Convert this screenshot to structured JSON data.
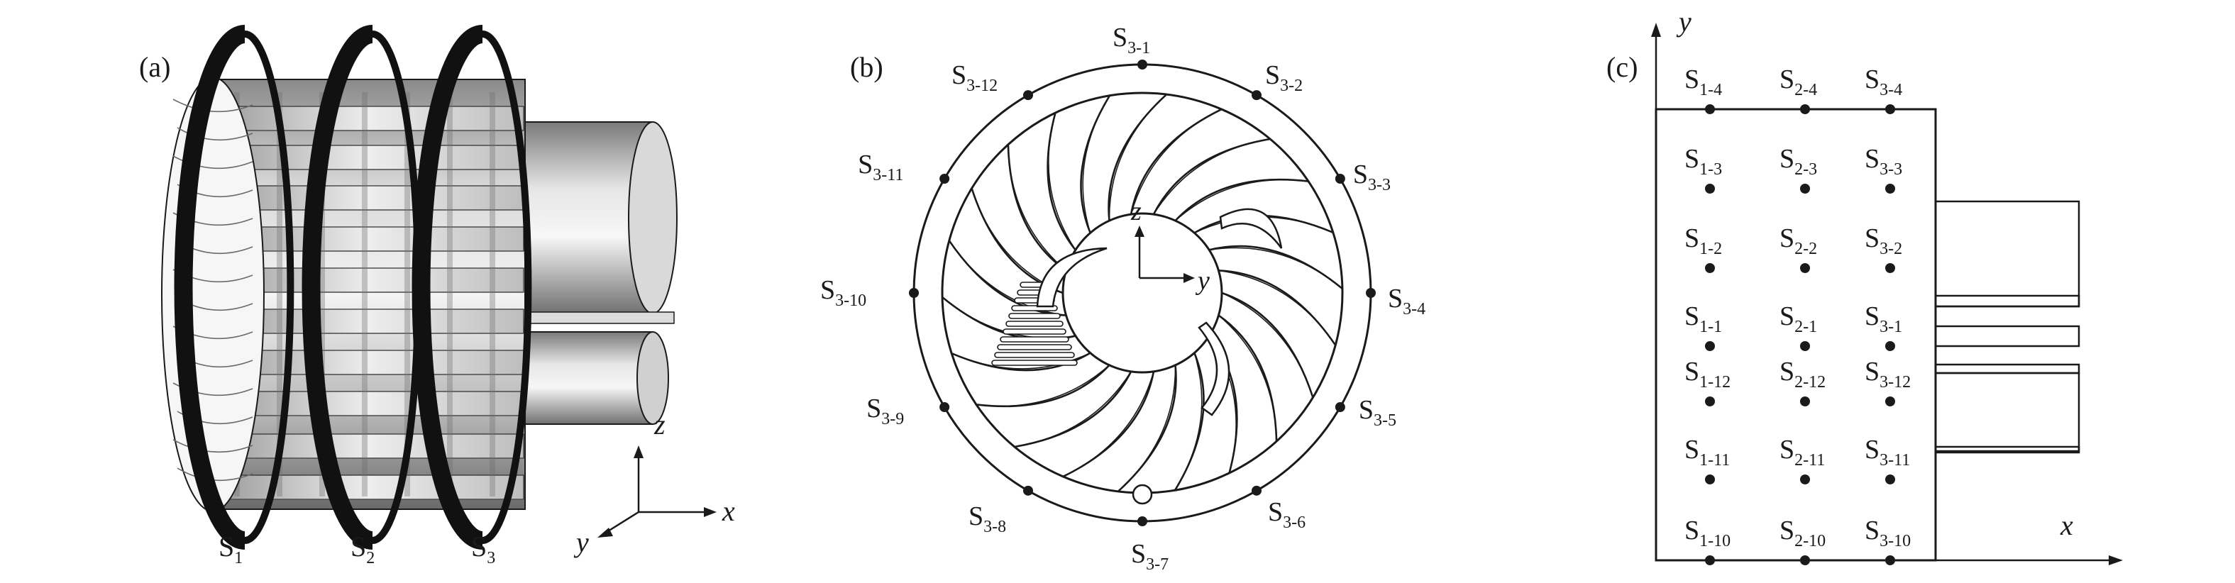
{
  "panels": {
    "a": {
      "label": "(a)",
      "section_labels": [
        {
          "main": "S",
          "sub": "1"
        },
        {
          "main": "S",
          "sub": "2"
        },
        {
          "main": "S",
          "sub": "3"
        }
      ],
      "axes": {
        "z": "z",
        "x": "x",
        "y": "y"
      }
    },
    "b": {
      "label": "(b)",
      "axes": {
        "z": "z",
        "y": "y"
      },
      "points": [
        {
          "main": "S",
          "sub": "3-1"
        },
        {
          "main": "S",
          "sub": "3-2"
        },
        {
          "main": "S",
          "sub": "3-3"
        },
        {
          "main": "S",
          "sub": "3-4"
        },
        {
          "main": "S",
          "sub": "3-5"
        },
        {
          "main": "S",
          "sub": "3-6"
        },
        {
          "main": "S",
          "sub": "3-7"
        },
        {
          "main": "S",
          "sub": "3-8"
        },
        {
          "main": "S",
          "sub": "3-9"
        },
        {
          "main": "S",
          "sub": "3-10"
        },
        {
          "main": "S",
          "sub": "3-11"
        },
        {
          "main": "S",
          "sub": "3-12"
        }
      ]
    },
    "c": {
      "label": "(c)",
      "axes": {
        "y": "y",
        "x": "x"
      },
      "rows": [
        [
          "1-4",
          "2-4",
          "3-4"
        ],
        [
          "1-3",
          "2-3",
          "3-3"
        ],
        [
          "1-2",
          "2-2",
          "3-2"
        ],
        [
          "1-1",
          "2-1",
          "3-1"
        ],
        [
          "1-12",
          "2-12",
          "3-12"
        ],
        [
          "1-11",
          "2-11",
          "3-11"
        ],
        [
          "1-10",
          "2-10",
          "3-10"
        ]
      ]
    }
  },
  "colors": {
    "ink": "#1a1a1a",
    "metal_light": "#f2f2f2",
    "metal_dark": "#6e6e6e"
  }
}
